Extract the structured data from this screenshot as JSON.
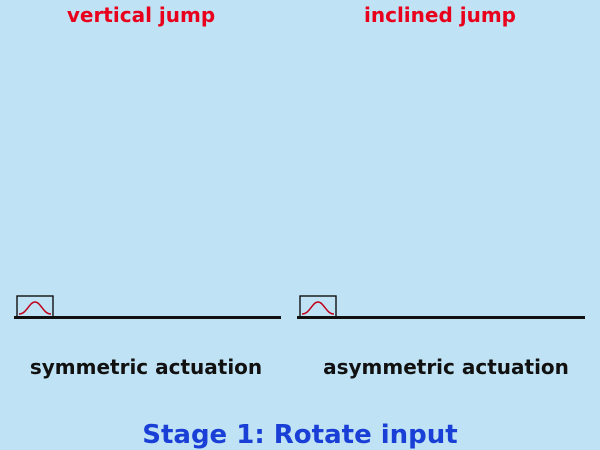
{
  "panels": [
    {
      "title": "vertical jump",
      "actuation": "symmetric actuation"
    },
    {
      "title": "inclined jump",
      "actuation": "asymmetric actuation"
    }
  ],
  "stage": {
    "label": "Stage 1: Rotate input"
  },
  "colors": {
    "background": "#bfe3f5",
    "title": "#e8001c",
    "label": "#111111",
    "stage": "#1a3fd6",
    "curve": "#c0001a",
    "ground": "#111111"
  }
}
